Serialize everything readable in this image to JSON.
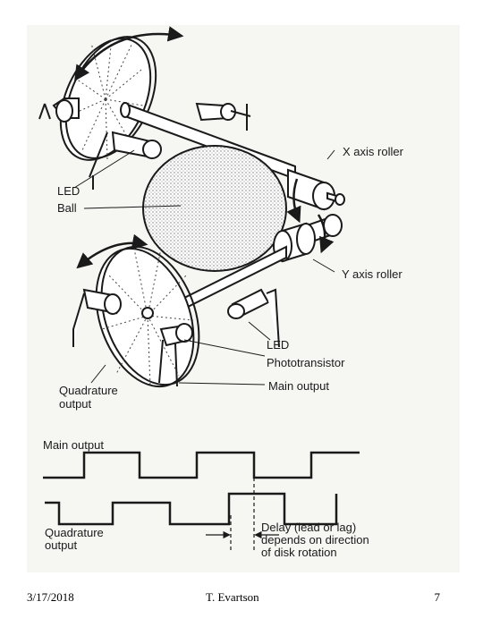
{
  "labels": {
    "x_axis_roller": "X axis roller",
    "led_top": "LED",
    "ball": "Ball",
    "y_axis_roller": "Y axis roller",
    "led_bottom": "LED",
    "phototransistor": "Phototransistor",
    "main_output": "Main output",
    "quadrature_output_l1": "Quadrature",
    "quadrature_output_l2": "output",
    "wave_main_output": "Main output",
    "wave_quadrature_l1": "Quadrature",
    "wave_quadrature_l2": "output",
    "delay_l1": "Delay (lead or lag)",
    "delay_l2": "depends on direction",
    "delay_l3": "of disk rotation"
  },
  "footer": {
    "date": "3/17/2018",
    "author": "T. Evartson",
    "page": "7"
  }
}
